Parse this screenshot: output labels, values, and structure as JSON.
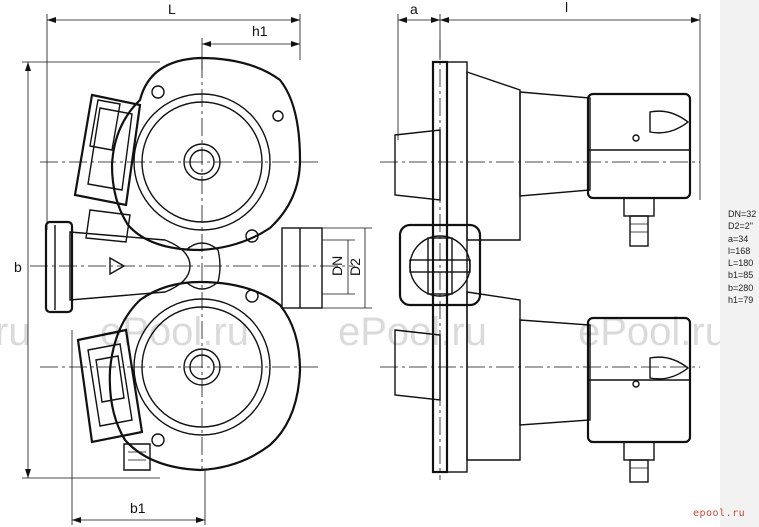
{
  "drawing": {
    "dimension_labels": {
      "L": "L",
      "h1": "h1",
      "a": "a",
      "l": "l",
      "b": "b",
      "b1": "b1",
      "DN": "DN",
      "D2": "D2"
    },
    "watermark": "ePool.ru",
    "watermark_fragment": "ru"
  },
  "specs": [
    "DN=32",
    "D2=2\"",
    "a=34",
    "l=168",
    "L=180",
    "b1=85",
    "b=280",
    "h1=79"
  ],
  "logo": "epool.ru",
  "colors": {
    "line": "#111111",
    "panel": "#f2f2f2",
    "logo": "#c64a3a"
  }
}
